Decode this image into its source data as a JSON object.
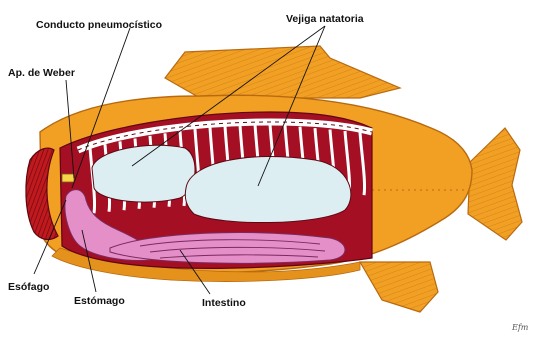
{
  "labels": {
    "conducto": "Conducto pneumocístico",
    "vejiga": "Vejiga natatoria",
    "weber": "Ap. de Weber",
    "esofago": "Esófago",
    "estomago": "Estómago",
    "intestino": "Intestino"
  },
  "signature": "Efm",
  "colors": {
    "body": "#f2a024",
    "outline": "#b86a10",
    "cavity": "#a40f24",
    "bladder": "#dceef2",
    "gut": "#e48fc8",
    "gill": "#c0191e"
  }
}
